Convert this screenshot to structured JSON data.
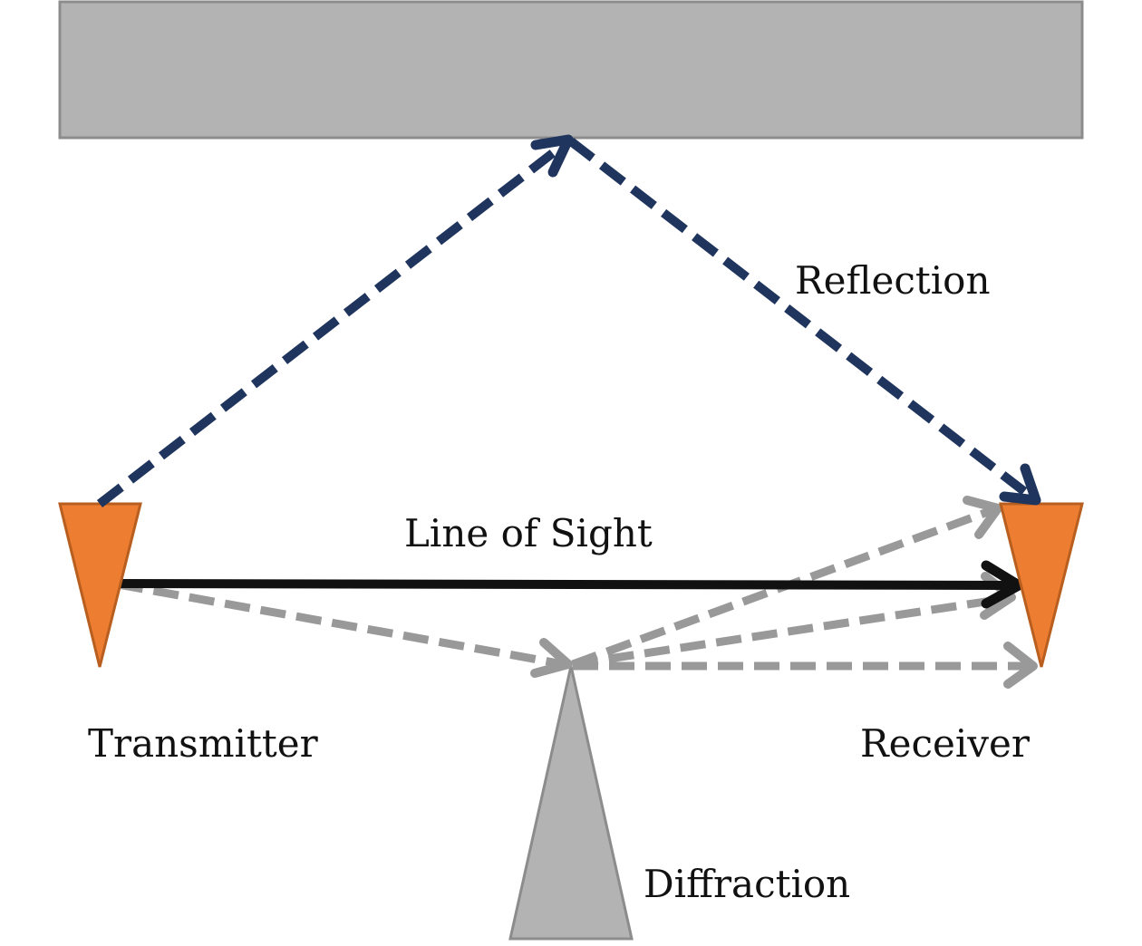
{
  "labels": {
    "reflection": "Reflection",
    "line_of_sight": "Line of Sight",
    "transmitter": "Transmitter",
    "receiver": "Receiver",
    "diffraction": "Diffraction"
  },
  "colors": {
    "background": "#ffffff",
    "obstacle_fill": "#b3b3b3",
    "obstacle_stroke": "#8c8c8c",
    "antenna_fill": "#ed7d31",
    "antenna_stroke": "#b85f20",
    "reflection_path": "#1f355e",
    "line_of_sight": "#111111",
    "diffraction_path": "#999999"
  },
  "icons": {
    "transmitter": "triangle-antenna-icon",
    "receiver": "triangle-antenna-icon",
    "diffraction_edge": "wedge-icon"
  }
}
